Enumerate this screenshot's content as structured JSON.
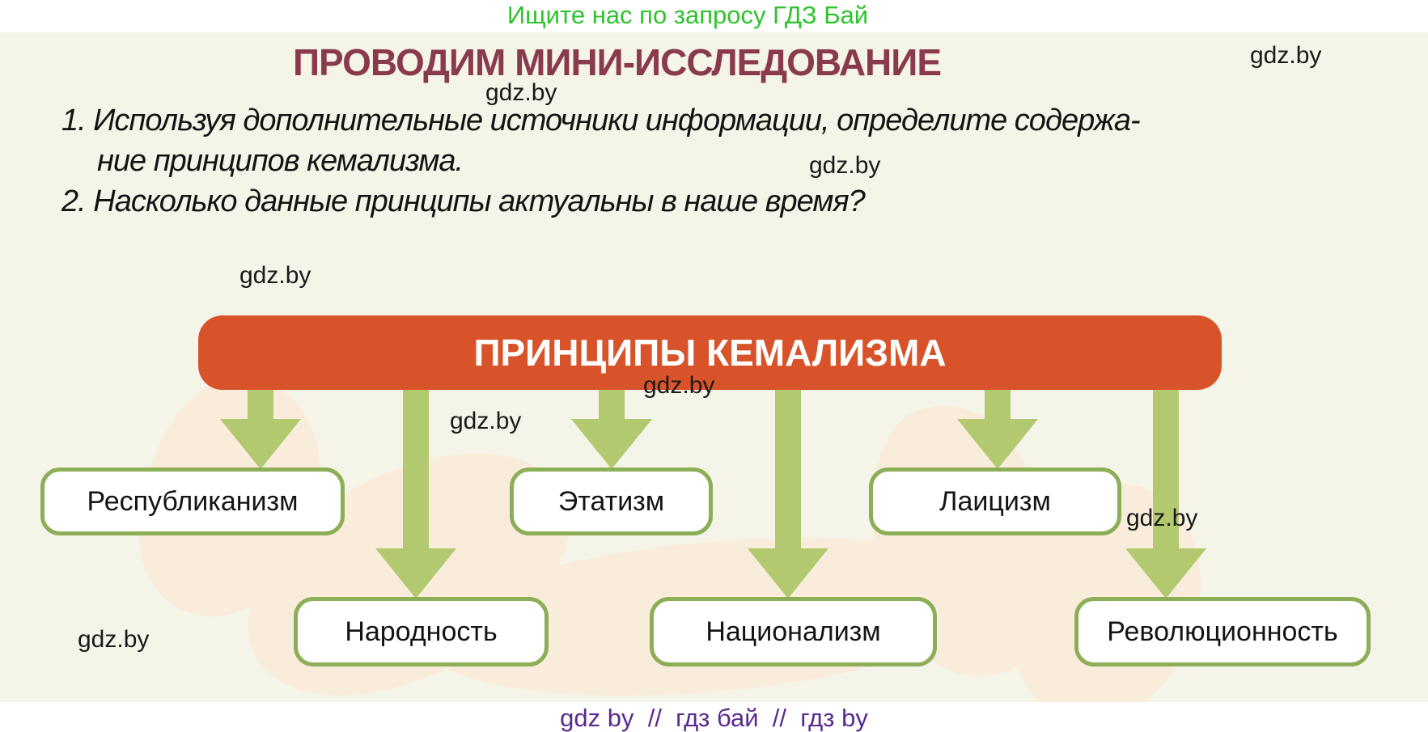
{
  "topbar": {
    "promo_text": "Ищите нас по запросу ГДЗ Бай"
  },
  "page": {
    "title": "ПРОВОДИМ МИНИ-ИССЛЕДОВАНИЕ",
    "tasks": [
      {
        "line1": "1. Используя дополнительные источники информации, определите содержа-",
        "line2": "ние принципов кемализма."
      },
      {
        "line1": "2. Насколько данные принципы актуальны в наше время?"
      }
    ]
  },
  "diagram": {
    "type": "flowchart",
    "root": "ПРИНЦИПЫ КЕМАЛИЗМА",
    "row1": [
      "Республиканизм",
      "Этатизм",
      "Лаицизм"
    ],
    "row2": [
      "Народность",
      "Национализм",
      "Революционность"
    ],
    "connections": "root box points with six green arrows to each principle box"
  },
  "watermark": "gdz.by",
  "footer": {
    "promo_text": "gdz by  //  гдз бай  //  гдз by"
  },
  "colors": {
    "page_background": "#f4f4e8",
    "promo_green": "#2ec42e",
    "title_maroon": "#8a3a4d",
    "banner_orange": "#d8532a",
    "arrow_green": "#b2c96f",
    "box_border_green": "#8cae57",
    "footer_purple": "#5b2a8f",
    "blob_peach": "#f9ecdb"
  }
}
